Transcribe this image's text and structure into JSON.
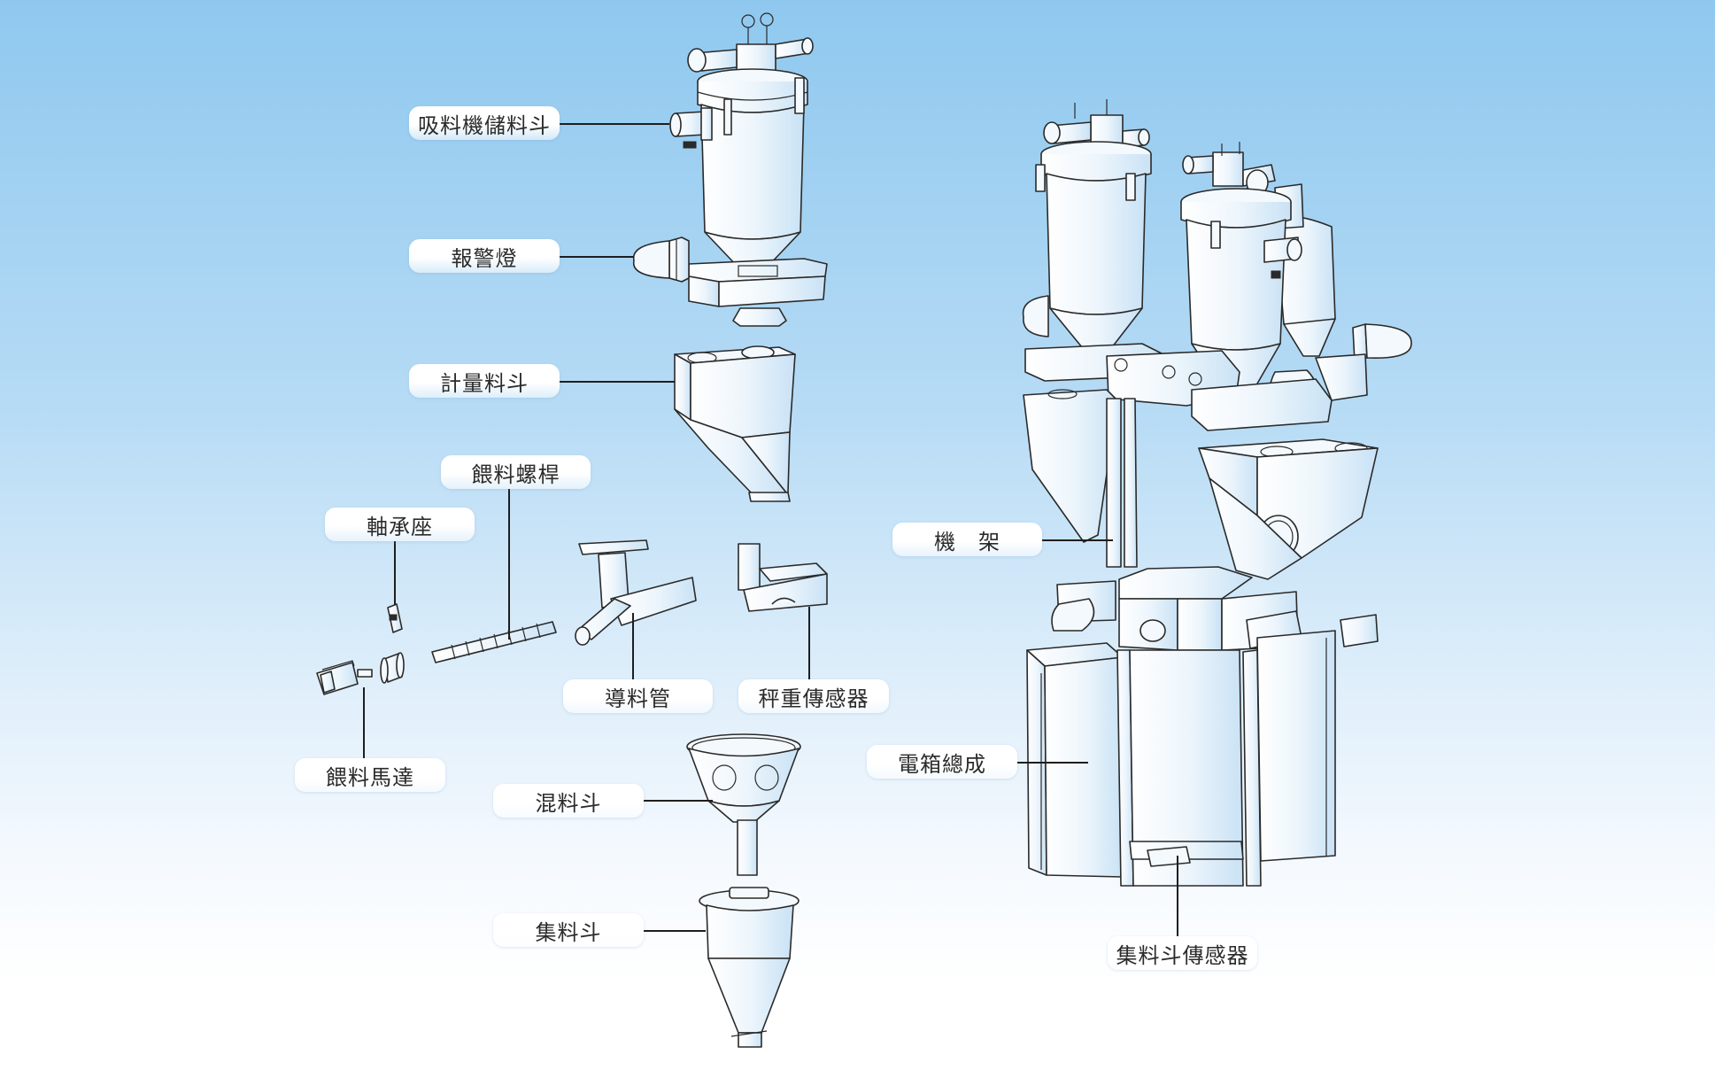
{
  "diagram": {
    "title": "",
    "background": {
      "top_color": "#93cbf0",
      "bottom_color": "#ffffff"
    },
    "labels": {
      "loader_hopper": "吸料機儲料斗",
      "alarm_light": "報警燈",
      "metering_hopper": "計量料斗",
      "feed_screw": "餵料螺桿",
      "bearing_seat": "軸承座",
      "guide_tube": "導料管",
      "load_cell": "秤重傳感器",
      "feed_motor": "餵料馬達",
      "mixing_hopper": "混料斗",
      "collecting_hopper": "集料斗",
      "frame": "機　架",
      "electrical_box": "電箱總成",
      "collecting_hopper_sensor": "集料斗傳感器"
    }
  }
}
